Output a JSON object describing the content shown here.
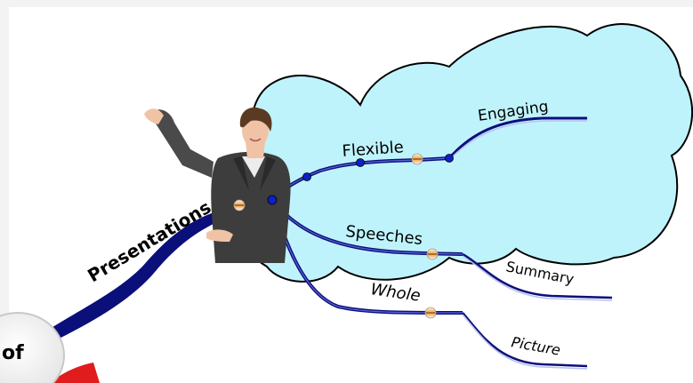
{
  "map": {
    "root_fragment": "of",
    "branches": {
      "presentations": "Presentations",
      "flexible": "Flexible",
      "engaging": "Engaging",
      "speeches": "Speeches",
      "summary": "Summary",
      "whole": "Whole",
      "picture": "Picture"
    }
  },
  "colors": {
    "cloud_fill": "#bff3fc",
    "branch_dark": "#0b0f7a",
    "branch_light": "#b8bff0",
    "node_dot": "#0a22c8",
    "accent_red": "#e01c1c"
  },
  "icons": {
    "presenter": "woman-presenter-image",
    "connector": "collapse-toggle-icon"
  }
}
